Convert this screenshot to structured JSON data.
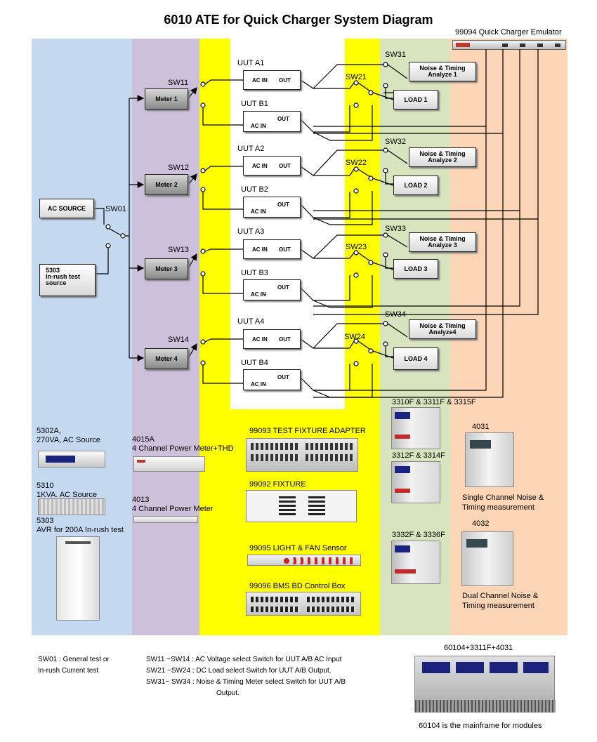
{
  "title": "6010 ATE for Quick Charger System Diagram",
  "emulator_label": "99094 Quick Charger Emulator",
  "ac_source": "AC SOURCE",
  "inrush_source": "5303\nIn-rush test\nsource",
  "sw01": "SW01",
  "meters": [
    {
      "sw": "SW11",
      "label": "Meter 1"
    },
    {
      "sw": "SW12",
      "label": "Meter 2"
    },
    {
      "sw": "SW13",
      "label": "Meter 3"
    },
    {
      "sw": "SW14",
      "label": "Meter 4"
    }
  ],
  "uuts": [
    {
      "a": "UUT A1",
      "b": "UUT B1",
      "sw2": "SW21",
      "sw3": "SW31",
      "nt": "Noise & Timing\nAnalyze 1",
      "load": "LOAD 1"
    },
    {
      "a": "UUT A2",
      "b": "UUT B2",
      "sw2": "SW22",
      "sw3": "SW32",
      "nt": "Noise & Timing\nAnalyze 2",
      "load": "LOAD 2"
    },
    {
      "a": "UUT A3",
      "b": "UUT B3",
      "sw2": "SW23",
      "sw3": "SW33",
      "nt": "Noise & Timing\nAnalyze 3",
      "load": "LOAD 3"
    },
    {
      "a": "UUT A4",
      "b": "UUT B4",
      "sw2": "SW24",
      "sw3": "SW34",
      "nt": "Noise & Timing\nAnalyze4",
      "load": "LOAD 4"
    }
  ],
  "ac_in": "AC IN",
  "out": "OUT",
  "products": {
    "p5302a": "5302A,\n270VA, AC Source",
    "p5310": "5310\n1KVA. AC Source",
    "p5303": "5303\nAVR for 200A In-rush test",
    "p4015a": "4015A\n4 Channel Power Meter+THD",
    "p4013": "4013\n4 Channel Power Meter",
    "p99093": "99093 TEST FIXTURE ADAPTER",
    "p99092": "99092 FIXTURE",
    "p99095": "99095 LIGHT & FAN Sensor",
    "p99096": "99096 BMS BD Control Box",
    "p3310": "3310F & 3311F & 3315F",
    "p3312": "3312F & 3314F",
    "p3332": "3332F & 3336F",
    "p4031": "4031",
    "p4031_desc": "Single Channel Noise &\nTiming measurement",
    "p4032": "4032",
    "p4032_desc": "Dual Channel Noise &\nTiming measurement",
    "p60104": "60104+3311F+4031",
    "p60104_desc": "60104 is the mainframe for modules"
  },
  "legend": {
    "sw01_a": "SW01 : General test or",
    "sw01_b": "In-rush Current test",
    "l1": "SW11 ~SW14 : AC Voltage select Switch for UUT A/B AC Input",
    "l2": "SW21 ~SW24 : DC Load select Switch for UUT A/B Output.",
    "l3": "SW31~ SW34 : Noise & Timing Meter select Switch for UUT A/B",
    "l4": "Output."
  },
  "colors": {
    "blue": "#c5d9f1",
    "purple": "#ccc0da",
    "yellow": "#ffff00",
    "green": "#d7e4bd",
    "orange": "#fbd5b5"
  }
}
